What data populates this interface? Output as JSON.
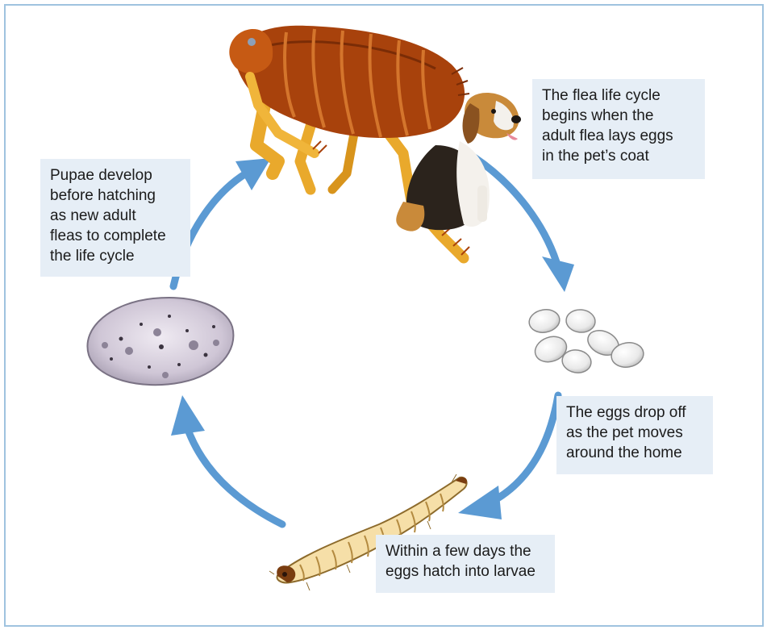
{
  "colors": {
    "arrow": "#5b9ad3",
    "caption_bg": "#e6eef6",
    "frame": "#9fc3df",
    "flea_body": "#a8420c",
    "flea_legs": "#e9a92c"
  },
  "illustrations": {
    "flea": "adult-flea",
    "dog": "beagle-dog",
    "eggs": "flea-eggs",
    "larva": "flea-larva",
    "pupa": "flea-pupa-cocoon"
  },
  "captions": {
    "start": [
      "The flea life cycle",
      "begins when the",
      "adult flea lays eggs",
      "in the pet’s coat"
    ],
    "eggs": [
      "The eggs drop off",
      "as the pet moves",
      "around the home"
    ],
    "larvae": [
      "Within a few days the",
      "eggs hatch into larvae"
    ],
    "pupae": [
      "Pupae develop",
      "before hatching",
      "as new adult",
      "fleas to complete",
      "the life cycle"
    ]
  }
}
